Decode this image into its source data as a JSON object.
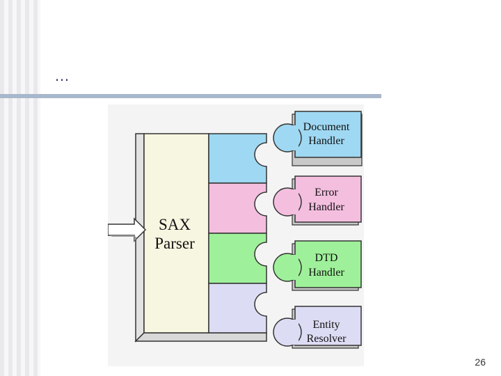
{
  "slide": {
    "title": "…",
    "page_number": "26"
  },
  "diagram": {
    "parser_label_line1": "SAX",
    "parser_label_line2": "Parser",
    "handlers": [
      {
        "line1": "Document",
        "line2": "Handler",
        "color": "#9fd8f2"
      },
      {
        "line1": "Error",
        "line2": "Handler",
        "color": "#f4bedf"
      },
      {
        "line1": "DTD",
        "line2": "Handler",
        "color": "#9ff09a"
      },
      {
        "line1": "Entity",
        "line2": "Resolver",
        "color": "#dcdcf4"
      }
    ],
    "colors": {
      "parser_body": "#f7f6e1",
      "parser_side": "#e2e2e2",
      "outline": "#333333"
    }
  }
}
